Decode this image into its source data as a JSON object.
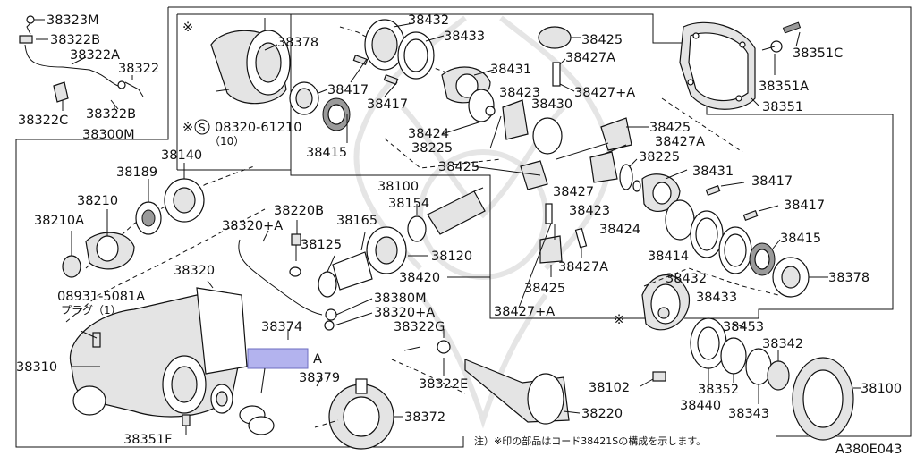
{
  "diagram": {
    "code": "A380E043",
    "note": "注）※印の部品はコード38421Sの構成を示します。",
    "highlight_label": "A",
    "labels": {
      "p38323M": "38323M",
      "p38322B_top": "38322B",
      "p38322A": "38322A",
      "p38322": "38322",
      "p38322C": "38322C",
      "p38322B_bot": "38322B",
      "p38300M": "38300M",
      "p38378_a": "38378",
      "p38417_a": "38417",
      "p38417_b": "38417",
      "p38432_a": "38432",
      "p38433_a": "38433",
      "p38431_a": "38431",
      "p38425_a": "38425",
      "p38427A_a": "38427A",
      "p38427plusA_a": "38427+A",
      "p38423_a": "38423",
      "p38430": "38430",
      "p38424_a": "38424",
      "p38225_a": "38225",
      "p38415_a": "38415",
      "bolt_a": "08320-61210",
      "bolt_qty": "（10）",
      "star1": "※",
      "circle_s": "S",
      "p38425_b": "38425",
      "p38427A_b": "38427A",
      "p38225_b": "38225",
      "p38431_b": "38431",
      "p38417_c": "38417",
      "p38417_d": "38417",
      "p38425_c": "38425",
      "p38427_c": "38427",
      "p38423_b": "38423",
      "p38424_b": "38424",
      "p38415_b": "38415",
      "p38414": "38414",
      "p38432_b": "38432",
      "p38433_b": "38433",
      "p38378_b": "38378",
      "p38427A_c": "38427A",
      "p38425_d": "38425",
      "p38427plusA_b": "38427+A",
      "star2": "※",
      "p38351": "38351",
      "p38351A": "38351A",
      "p38351C": "38351C",
      "p38140": "38140",
      "p38189": "38189",
      "p38210": "38210",
      "p38210A": "38210A",
      "p38220B": "38220B",
      "p38320plusA_a": "38320+A",
      "p38125": "38125",
      "p38165": "38165",
      "p38154": "38154",
      "p38100_a": "38100",
      "p38120": "38120",
      "p38420": "38420",
      "p38320": "38320",
      "p08931": "08931-5081A",
      "plug": "プラグ（1）",
      "p38374": "38374",
      "p38380M": "38380M",
      "p38320plusA_b": "38320+A",
      "p38322G": "38322G",
      "p38310": "38310",
      "p38379": "38379",
      "p38322E": "38322E",
      "p38372": "38372",
      "p38351F": "38351F",
      "p38220": "38220",
      "p38102": "38102",
      "p38453": "38453",
      "p38342": "38342",
      "p38440": "38440",
      "p38352": "38352",
      "p38343": "38343",
      "p38100_b": "38100"
    }
  }
}
